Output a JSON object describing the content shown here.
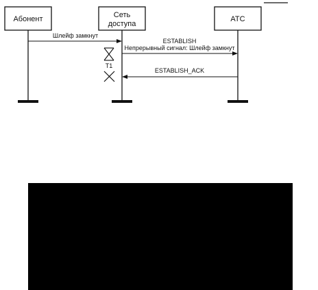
{
  "diagram": {
    "participants": [
      {
        "id": "subscriber",
        "lines": [
          "Абонент"
        ]
      },
      {
        "id": "access_network",
        "lines": [
          "Сеть",
          "доступа"
        ]
      },
      {
        "id": "exchange",
        "lines": [
          "АТС"
        ]
      }
    ],
    "messages": [
      {
        "id": "loop_closed",
        "label": "Шлейф замкнут"
      },
      {
        "id": "establish",
        "label": "ESTABLISH",
        "sublabel": "Непрерывный сигнал: Шлейф замкнут"
      },
      {
        "id": "establish_ack",
        "label": "ESTABLISH_ACK"
      }
    ],
    "timer": {
      "label": "T1"
    }
  },
  "colors": {
    "ink": "#111111",
    "background": "#ffffff",
    "panel": "#000000"
  }
}
